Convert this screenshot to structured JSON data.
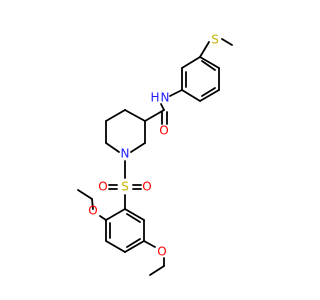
{
  "molecule": {
    "atoms": {
      "S_thio": {
        "text": "S",
        "color": "#c8b400"
      },
      "N_amide": {
        "text": "N",
        "color": "#2020ff"
      },
      "H_amide": {
        "text": "H",
        "color": "#2020ff"
      },
      "O_amide": {
        "text": "O",
        "color": "#ff0000"
      },
      "N_ring": {
        "text": "N",
        "color": "#2020ff"
      },
      "S_sulfonyl": {
        "text": "S",
        "color": "#c8b400"
      },
      "O_sulf_left": {
        "text": "O",
        "color": "#ff0000"
      },
      "O_sulf_right": {
        "text": "O",
        "color": "#ff0000"
      },
      "O_methoxy_top": {
        "text": "O",
        "color": "#ff0000"
      },
      "O_methoxy_bottom": {
        "text": "O",
        "color": "#ff0000"
      }
    },
    "bond_color": "#000000"
  }
}
